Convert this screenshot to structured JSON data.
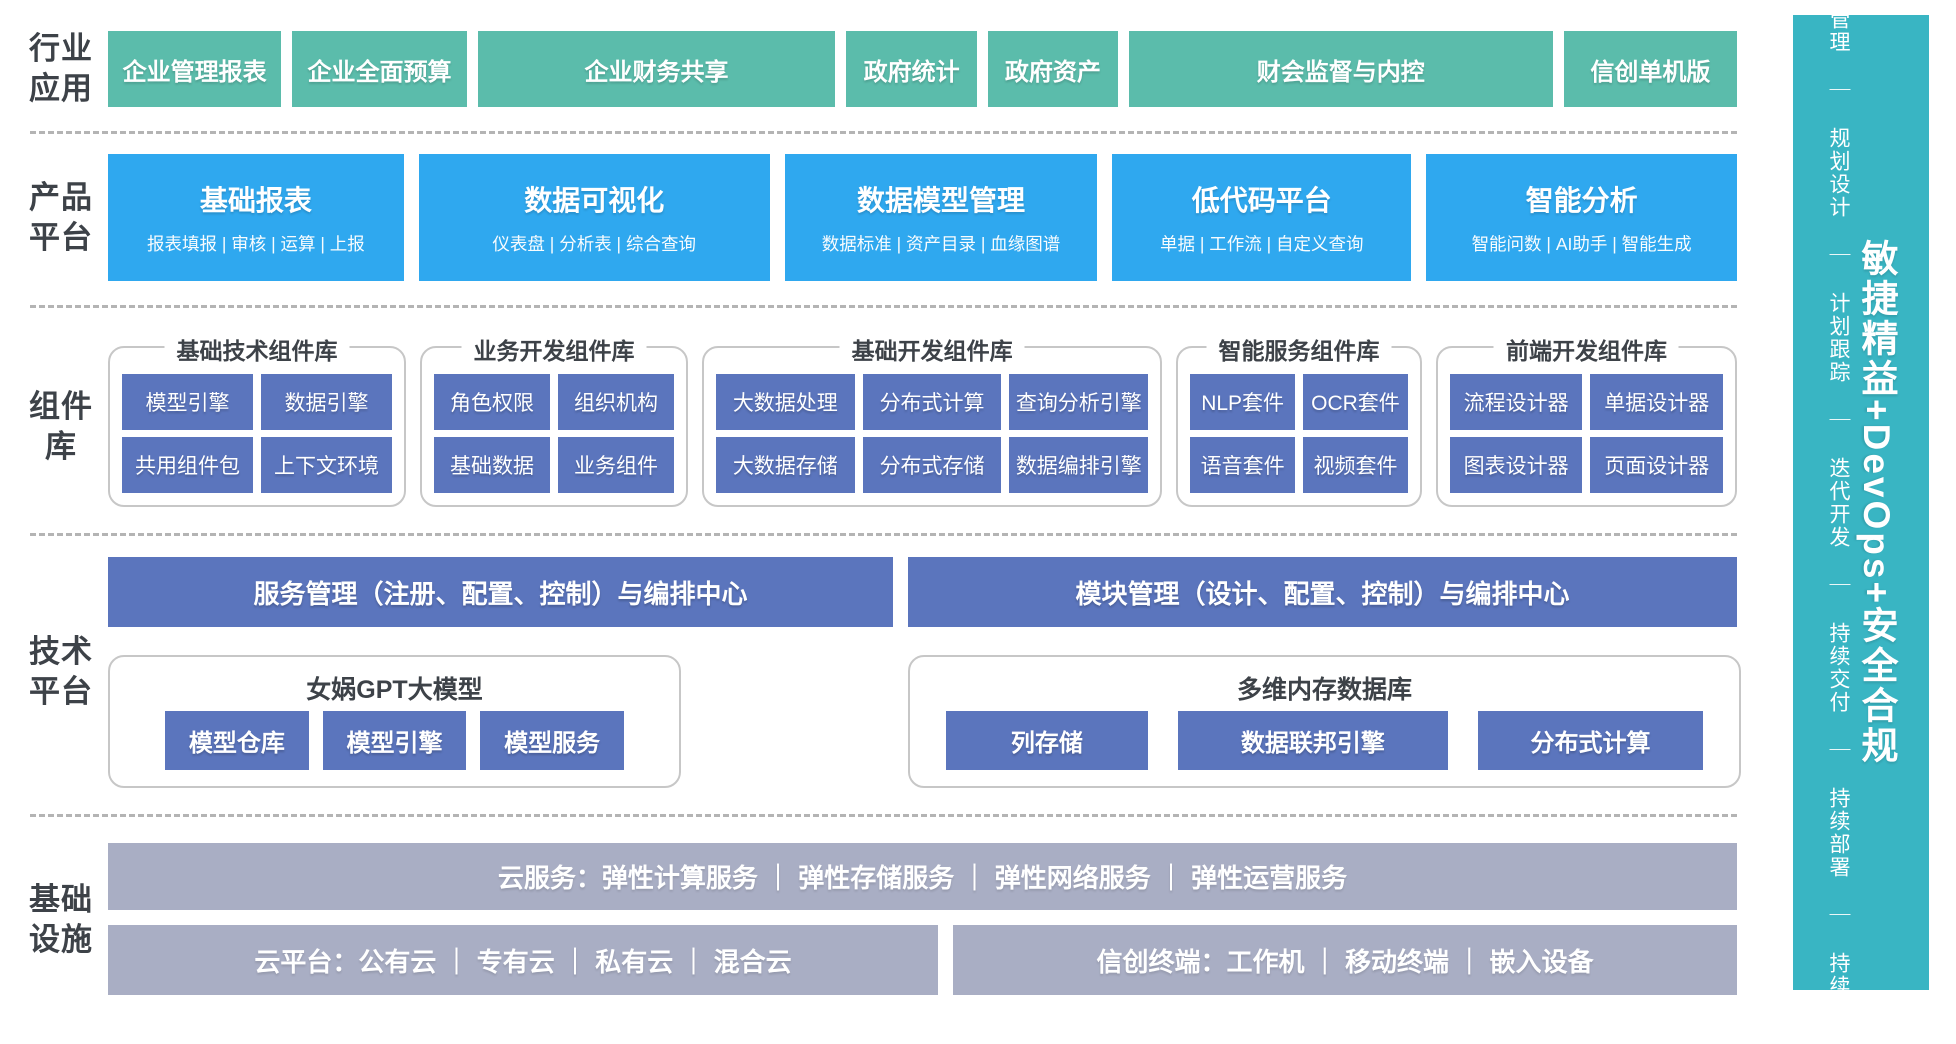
{
  "colors": {
    "industry_box": "#5bbcab",
    "product_box": "#2fa8ef",
    "component_box": "#5b75bd",
    "banner_box": "#5b75bd",
    "infra_box": "#a9aec4",
    "sidebar_bar": "#39b5c3",
    "label_text": "#3d4248",
    "group_border": "#c7c7c7",
    "dash_color": "#b4b4b4"
  },
  "left_labels": [
    {
      "line1": "行业",
      "line2": "应用"
    },
    {
      "line1": "产品",
      "line2": "平台"
    },
    {
      "line1": "组件",
      "line2": "库"
    },
    {
      "line1": "技术",
      "line2": "平台"
    },
    {
      "line1": "基础",
      "line2": "设施"
    }
  ],
  "industry": {
    "items": [
      "企业管理报表",
      "企业全面预算",
      "企业财务共享",
      "政府统计",
      "政府资产",
      "财会监督与内控",
      "信创单机版"
    ]
  },
  "product": {
    "items": [
      {
        "title": "基础报表",
        "subtitle": "报表填报 | 审核 | 运算 | 上报"
      },
      {
        "title": "数据可视化",
        "subtitle": "仪表盘 | 分析表 | 综合查询"
      },
      {
        "title": "数据模型管理",
        "subtitle": "数据标准 | 资产目录 | 血缘图谱"
      },
      {
        "title": "低代码平台",
        "subtitle": "单据 | 工作流 | 自定义查询"
      },
      {
        "title": "智能分析",
        "subtitle": "智能问数 | AI助手 | 智能生成"
      }
    ]
  },
  "components": {
    "groups": [
      {
        "title": "基础技术组件库",
        "items": [
          "模型引擎",
          "数据引擎",
          "共用组件包",
          "上下文环境"
        ]
      },
      {
        "title": "业务开发组件库",
        "items": [
          "角色权限",
          "组织机构",
          "基础数据",
          "业务组件"
        ]
      },
      {
        "title": "基础开发组件库",
        "items": [
          "大数据处理",
          "分布式计算",
          "查询分析引擎",
          "大数据存储",
          "分布式存储",
          "数据编排引擎"
        ]
      },
      {
        "title": "智能服务组件库",
        "items": [
          "NLP套件",
          "OCR套件",
          "语音套件",
          "视频套件"
        ]
      },
      {
        "title": "前端开发组件库",
        "items": [
          "流程设计器",
          "单据设计器",
          "图表设计器",
          "页面设计器"
        ]
      }
    ]
  },
  "tech": {
    "banners": [
      "服务管理（注册、配置、控制）与编排中心",
      "模块管理（设计、配置、控制）与编排中心"
    ],
    "groups": [
      {
        "title": "女娲GPT大模型",
        "items": [
          "模型仓库",
          "模型引擎",
          "模型服务"
        ]
      },
      {
        "title": "多维内存数据库",
        "items": [
          "列存储",
          "数据联邦引擎",
          "分布式计算"
        ]
      }
    ]
  },
  "infra": {
    "row1": "云服务：弹性计算服务 ｜ 弹性存储服务 ｜ 弹性网络服务 ｜ 弹性运营服务",
    "row2_left": "云平台：公有云 ｜ 专有云 ｜ 私有云 ｜ 混合云",
    "row2_right": "信创终端：工作机 ｜ 移动终端 ｜ 嵌入设备"
  },
  "sidebar": {
    "process_text": "项目管理 ｜ 规划设计 ｜ 计划跟踪 ｜ 迭代开发 ｜ 持续交付 ｜ 持续部署 ｜ 持续运维",
    "slogan": "敏捷精益+DevOps+安全合规"
  }
}
